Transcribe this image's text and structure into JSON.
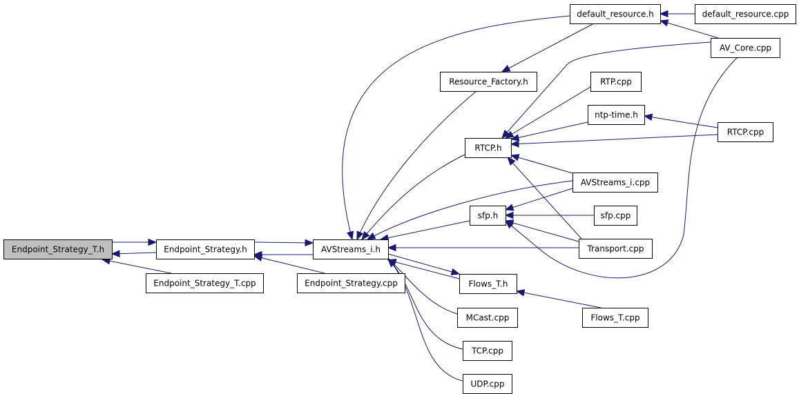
{
  "graph": {
    "nodes": [
      {
        "id": "endpoint_strategy_t_h",
        "label": "Endpoint_Strategy_T.h",
        "current": true
      },
      {
        "id": "endpoint_strategy_h",
        "label": "Endpoint_Strategy.h"
      },
      {
        "id": "endpoint_strategy_t_cpp",
        "label": "Endpoint_Strategy_T.cpp"
      },
      {
        "id": "avstreams_i_h",
        "label": "AVStreams_i.h"
      },
      {
        "id": "endpoint_strategy_cpp",
        "label": "Endpoint_Strategy.cpp"
      },
      {
        "id": "default_resource_h",
        "label": "default_resource.h"
      },
      {
        "id": "default_resource_cpp",
        "label": "default_resource.cpp"
      },
      {
        "id": "resource_factory_h",
        "label": "Resource_Factory.h"
      },
      {
        "id": "av_core_cpp",
        "label": "AV_Core.cpp"
      },
      {
        "id": "rtp_cpp",
        "label": "RTP.cpp"
      },
      {
        "id": "ntp_time_h",
        "label": "ntp-time.h"
      },
      {
        "id": "rtcp_cpp",
        "label": "RTCP.cpp"
      },
      {
        "id": "rtcp_h",
        "label": "RTCP.h"
      },
      {
        "id": "avstreams_i_cpp",
        "label": "AVStreams_i.cpp"
      },
      {
        "id": "sfp_h",
        "label": "sfp.h"
      },
      {
        "id": "sfp_cpp",
        "label": "sfp.cpp"
      },
      {
        "id": "transport_cpp",
        "label": "Transport.cpp"
      },
      {
        "id": "flows_t_h",
        "label": "Flows_T.h"
      },
      {
        "id": "flows_t_cpp",
        "label": "Flows_T.cpp"
      },
      {
        "id": "mcast_cpp",
        "label": "MCast.cpp"
      },
      {
        "id": "tcp_cpp",
        "label": "TCP.cpp"
      },
      {
        "id": "udp_cpp",
        "label": "UDP.cpp"
      }
    ],
    "edges": [
      {
        "from": "endpoint_strategy_h",
        "to": "endpoint_strategy_t_h"
      },
      {
        "from": "endpoint_strategy_t_h",
        "to": "endpoint_strategy_h"
      },
      {
        "from": "endpoint_strategy_t_cpp",
        "to": "endpoint_strategy_t_h"
      },
      {
        "from": "avstreams_i_h",
        "to": "endpoint_strategy_h"
      },
      {
        "from": "endpoint_strategy_h",
        "to": "avstreams_i_h"
      },
      {
        "from": "endpoint_strategy_cpp",
        "to": "endpoint_strategy_h"
      },
      {
        "from": "default_resource_h",
        "to": "avstreams_i_h"
      },
      {
        "from": "resource_factory_h",
        "to": "avstreams_i_h"
      },
      {
        "from": "rtcp_h",
        "to": "avstreams_i_h"
      },
      {
        "from": "avstreams_i_cpp",
        "to": "avstreams_i_h"
      },
      {
        "from": "sfp_h",
        "to": "avstreams_i_h"
      },
      {
        "from": "transport_cpp",
        "to": "avstreams_i_h"
      },
      {
        "from": "flows_t_h",
        "to": "avstreams_i_h"
      },
      {
        "from": "avstreams_i_h",
        "to": "flows_t_h"
      },
      {
        "from": "mcast_cpp",
        "to": "avstreams_i_h"
      },
      {
        "from": "tcp_cpp",
        "to": "avstreams_i_h"
      },
      {
        "from": "udp_cpp",
        "to": "avstreams_i_h"
      },
      {
        "from": "default_resource_cpp",
        "to": "default_resource_h"
      },
      {
        "from": "av_core_cpp",
        "to": "default_resource_h"
      },
      {
        "from": "default_resource_h",
        "to": "resource_factory_h"
      },
      {
        "from": "av_core_cpp",
        "to": "rtcp_h"
      },
      {
        "from": "av_core_cpp",
        "to": "sfp_h"
      },
      {
        "from": "rtp_cpp",
        "to": "rtcp_h"
      },
      {
        "from": "ntp_time_h",
        "to": "rtcp_h"
      },
      {
        "from": "rtcp_cpp",
        "to": "ntp_time_h"
      },
      {
        "from": "rtcp_cpp",
        "to": "rtcp_h"
      },
      {
        "from": "avstreams_i_cpp",
        "to": "rtcp_h"
      },
      {
        "from": "transport_cpp",
        "to": "rtcp_h"
      },
      {
        "from": "avstreams_i_cpp",
        "to": "sfp_h"
      },
      {
        "from": "sfp_cpp",
        "to": "sfp_h"
      },
      {
        "from": "transport_cpp",
        "to": "sfp_h"
      },
      {
        "from": "flows_t_cpp",
        "to": "flows_t_h"
      }
    ]
  },
  "colors": {
    "edge": "#191970",
    "current_node_fill": "#bfbfbf",
    "node_fill": "#ffffff",
    "node_border": "#000000"
  }
}
